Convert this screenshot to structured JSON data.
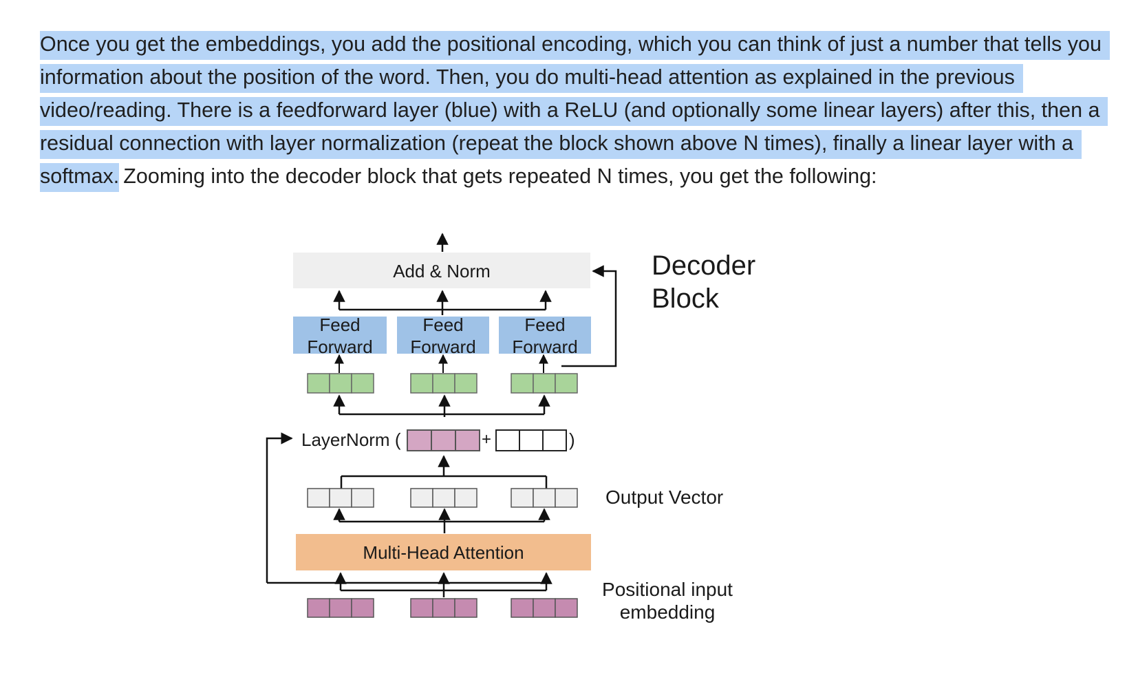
{
  "paragraph": {
    "lines": [
      "Once you get the embeddings, you add the positional encoding, which you can think of just a number that tells you",
      "information about the position of the word. Then, you do multi-head attention as explained in the previous",
      "video/reading. There is a feedforward layer (blue) with a ReLU (and optionally some linear layers) after this, then a",
      "residual connection with layer normalization (repeat the block shown above N times), finally a linear layer with a"
    ],
    "last_line_selected": "softmax.",
    "last_line_rest": "Zooming into the decoder block that gets repeated N times, you get the following:"
  },
  "diagram": {
    "add_norm": "Add & Norm",
    "feed_forward_line1": "Feed",
    "feed_forward_line2": "Forward",
    "layernorm_prefix": "LayerNorm (",
    "plus": "+",
    "close_paren": ")",
    "multi_head_attention": "Multi-Head Attention",
    "decoder_block_line1": "Decoder",
    "decoder_block_line2": "Block",
    "output_vector": "Output Vector",
    "positional_input_line1": "Positional input",
    "positional_input_line2": "embedding"
  },
  "colors": {
    "selection_highlight": "#b7d5f7",
    "add_norm_fill": "#efefef",
    "feed_forward_fill": "#9fc2e7",
    "green_cell": "#a9d49a",
    "pink_cell": "#d4a6c3",
    "magenta_cell": "#c58bb0",
    "grey_cell": "#efefef",
    "attention_fill": "#f2bd8e"
  }
}
